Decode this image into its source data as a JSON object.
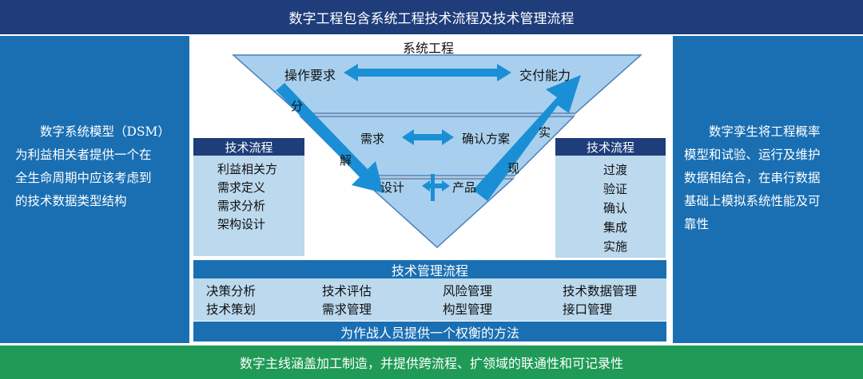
{
  "top_banner": "数字工程包含系统工程技术流程及技术管理流程",
  "bottom_banner": "数字主线涵盖加工制造，并提供跨流程、扩领域的联通性和可记录性",
  "left_panel": {
    "lines": [
      "　　数字系统模型（DSM）",
      "为利益相关者提供一个在",
      "全生命周期中应该考虑到",
      "的技术数据类型结构"
    ]
  },
  "right_panel": {
    "lines": [
      "　　数字孪生将工程概率",
      "模型和试验、运行及维护",
      "数据相结合，在串行数据",
      "基础上模拟系统性能及可",
      "靠性"
    ]
  },
  "vee": {
    "title": "系统工程",
    "level1_left": "操作要求",
    "level1_right": "交付能力",
    "level2_left": "需求",
    "level2_right": "确认方案",
    "level3_left": "设计",
    "level3_right": "产品",
    "decompose": [
      "分",
      "解"
    ],
    "realize": [
      "实",
      "现"
    ]
  },
  "tech_process_left": {
    "title": "技术流程",
    "items": [
      "利益相关方",
      "需求定义",
      "需求分析",
      "架构设计"
    ]
  },
  "tech_process_right": {
    "title": "技术流程",
    "items": [
      "过渡",
      "验证",
      "确认",
      "集成",
      "实施"
    ]
  },
  "tech_mgmt": {
    "title": "技术管理流程",
    "row1": [
      "决策分析",
      "技术评估",
      "风险管理",
      "技术数据管理"
    ],
    "row2": [
      "技术策划",
      "需求管理",
      "构型管理",
      "接口管理"
    ],
    "footer": "为作战人员提供一个权衡的方法"
  },
  "colors": {
    "navy": "#1e3d7a",
    "blue": "#1a6fb3",
    "light_blue": "#bcd9ee",
    "arrow_blue": "#1b8fd6",
    "green": "#1f9a57"
  }
}
